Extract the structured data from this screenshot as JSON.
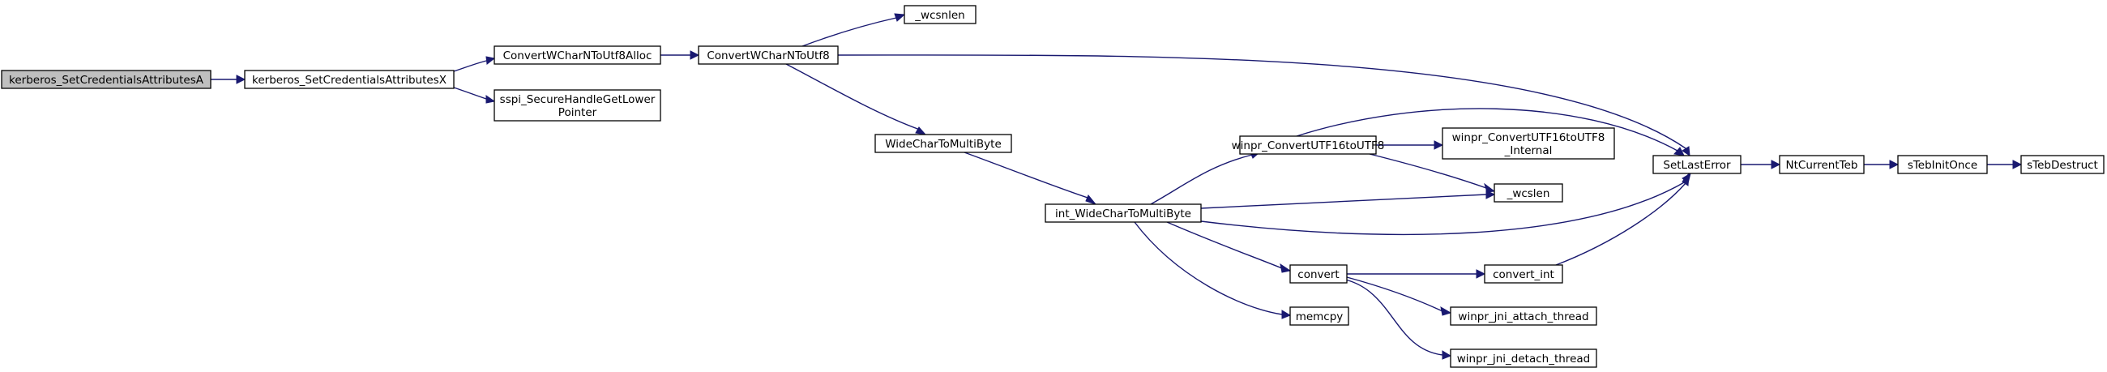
{
  "colors": {
    "edge": "#191970",
    "node_border": "#000000",
    "root_fill": "#bfbfbf",
    "node_fill": "#ffffff"
  },
  "nodes": [
    {
      "id": "n0",
      "lines": [
        "kerberos_SetCredentialsAttributesA"
      ],
      "root": true
    },
    {
      "id": "n1",
      "lines": [
        "kerberos_SetCredentialsAttributesX"
      ]
    },
    {
      "id": "n2",
      "lines": [
        "ConvertWCharNToUtf8Alloc"
      ]
    },
    {
      "id": "n3",
      "lines": [
        "sspi_SecureHandleGetLower",
        "Pointer"
      ]
    },
    {
      "id": "n4",
      "lines": [
        "ConvertWCharNToUtf8"
      ]
    },
    {
      "id": "n5",
      "lines": [
        "_wcsnlen"
      ]
    },
    {
      "id": "n6",
      "lines": [
        "SetLastError"
      ]
    },
    {
      "id": "n7",
      "lines": [
        "WideCharToMultiByte"
      ]
    },
    {
      "id": "n8",
      "lines": [
        "NtCurrentTeb"
      ]
    },
    {
      "id": "n9",
      "lines": [
        "sTebInitOnce"
      ]
    },
    {
      "id": "n10",
      "lines": [
        "sTebDestruct"
      ]
    },
    {
      "id": "n11",
      "lines": [
        "int_WideCharToMultiByte"
      ]
    },
    {
      "id": "n12",
      "lines": [
        "winpr_ConvertUTF16toUTF8"
      ]
    },
    {
      "id": "n13",
      "lines": [
        "_wcslen"
      ]
    },
    {
      "id": "n14",
      "lines": [
        "convert"
      ]
    },
    {
      "id": "n15",
      "lines": [
        "memcpy"
      ]
    },
    {
      "id": "n16",
      "lines": [
        "winpr_ConvertUTF16toUTF8",
        "_Internal"
      ]
    },
    {
      "id": "n17",
      "lines": [
        "convert_int"
      ]
    },
    {
      "id": "n18",
      "lines": [
        "winpr_jni_attach_thread"
      ]
    },
    {
      "id": "n19",
      "lines": [
        "winpr_jni_detach_thread"
      ]
    }
  ],
  "edges": [
    {
      "from": "n0",
      "to": "n1"
    },
    {
      "from": "n1",
      "to": "n2"
    },
    {
      "from": "n1",
      "to": "n3"
    },
    {
      "from": "n2",
      "to": "n4"
    },
    {
      "from": "n4",
      "to": "n5"
    },
    {
      "from": "n4",
      "to": "n6"
    },
    {
      "from": "n4",
      "to": "n7"
    },
    {
      "from": "n7",
      "to": "n11"
    },
    {
      "from": "n11",
      "to": "n12"
    },
    {
      "from": "n11",
      "to": "n13"
    },
    {
      "from": "n11",
      "to": "n6"
    },
    {
      "from": "n11",
      "to": "n14"
    },
    {
      "from": "n11",
      "to": "n15"
    },
    {
      "from": "n12",
      "to": "n6"
    },
    {
      "from": "n12",
      "to": "n16"
    },
    {
      "from": "n12",
      "to": "n13"
    },
    {
      "from": "n14",
      "to": "n17"
    },
    {
      "from": "n14",
      "to": "n18"
    },
    {
      "from": "n14",
      "to": "n19"
    },
    {
      "from": "n17",
      "to": "n6"
    },
    {
      "from": "n6",
      "to": "n8"
    },
    {
      "from": "n8",
      "to": "n9"
    },
    {
      "from": "n9",
      "to": "n10"
    }
  ]
}
